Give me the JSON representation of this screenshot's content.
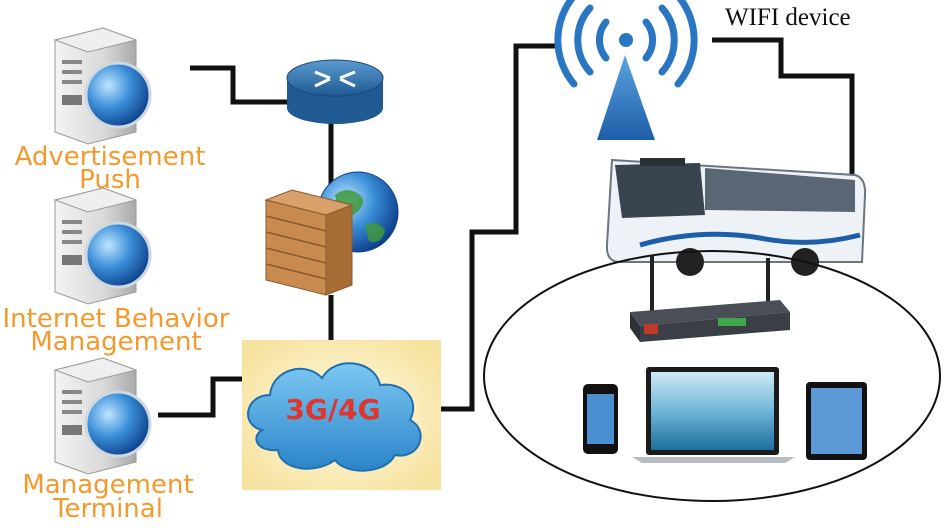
{
  "nodes": {
    "advertisement_push": {
      "line1": "Advertisement",
      "line2": "Push"
    },
    "internet_behavior": {
      "line1": "Internet Behavior",
      "line2": "Management"
    },
    "management_terminal": {
      "line1": "Management",
      "line2": "Terminal"
    },
    "cloud": "3G/4G",
    "wifi": "WIFI device"
  },
  "colors": {
    "label": "#f29a2e",
    "cloud_text": "#e0352a",
    "cloud_glow": "#f7e7a6",
    "router": "#2f6fa8",
    "wifi_signal": "#2a76c2",
    "connector": "#111111"
  },
  "icons": [
    "server-icon",
    "globe-icon",
    "router-icon",
    "firewall-icon",
    "wifi-tower-icon",
    "bus-icon",
    "wifi-device-icon",
    "smartphone-icon",
    "laptop-icon",
    "tablet-icon"
  ]
}
